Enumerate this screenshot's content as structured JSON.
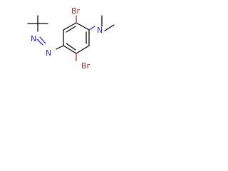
{
  "molecule": {
    "atoms": {
      "br_top": "Br",
      "br_bottom": "Br",
      "n_amine": "N",
      "n_azo_upper": "N",
      "n_azo_lower": "N"
    },
    "colors": {
      "bond": "#000000",
      "nitrogen": "#2a2ad8",
      "bromine": "#a52a2a"
    }
  }
}
